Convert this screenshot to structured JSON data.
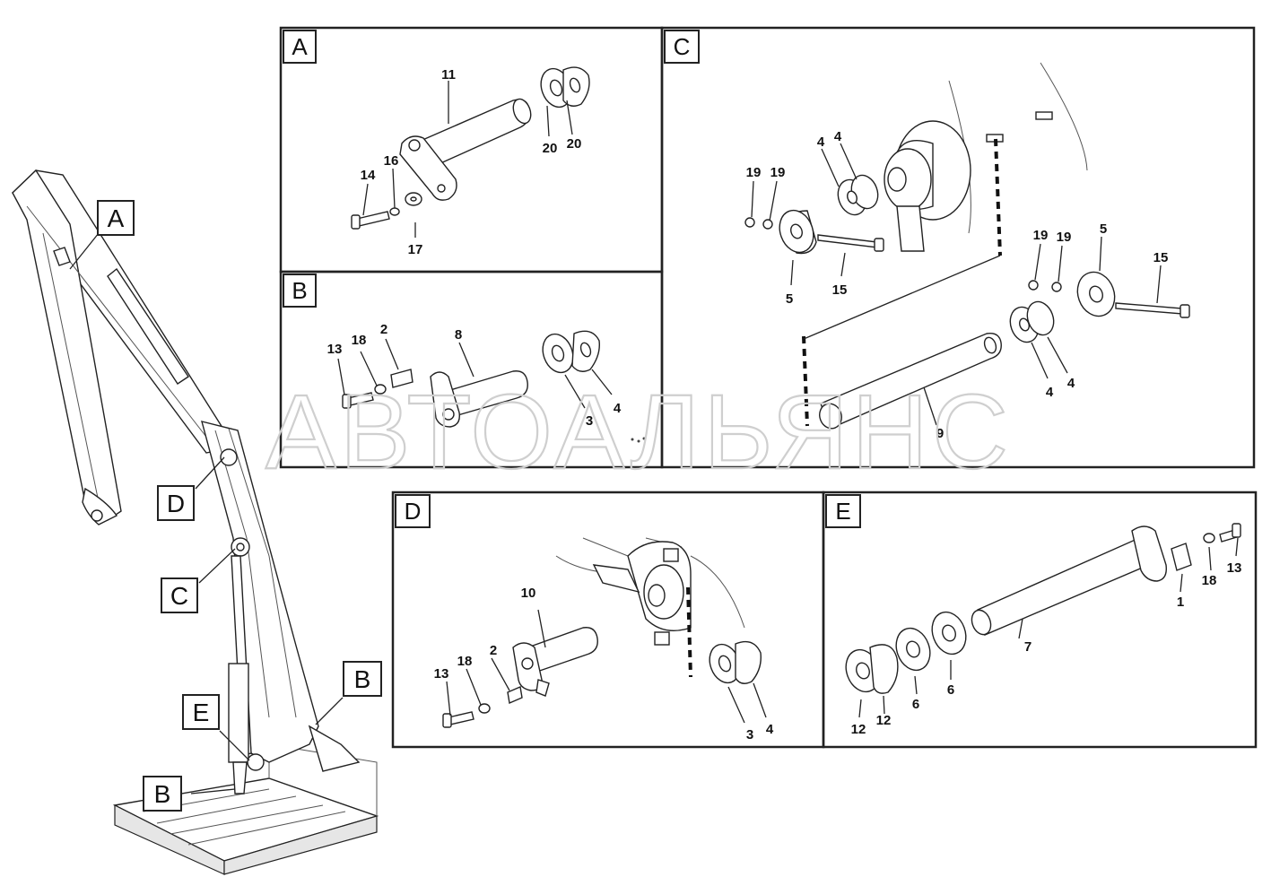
{
  "watermark": "АВТОАЛЬЯНС",
  "overview": {
    "callouts": [
      "A",
      "D",
      "C",
      "B",
      "E",
      "B"
    ]
  },
  "panels": {
    "A": {
      "label": "A",
      "items": [
        "11",
        "20",
        "20",
        "14",
        "16",
        "17"
      ]
    },
    "B": {
      "label": "B",
      "items": [
        "13",
        "18",
        "2",
        "8",
        "3",
        "4"
      ]
    },
    "C": {
      "label": "C",
      "items": [
        "4",
        "4",
        "19",
        "19",
        "5",
        "15",
        "19",
        "19",
        "5",
        "15",
        "4",
        "4",
        "9"
      ]
    },
    "D": {
      "label": "D",
      "items": [
        "10",
        "13",
        "18",
        "2",
        "3",
        "4"
      ]
    },
    "E": {
      "label": "E",
      "items": [
        "13",
        "18",
        "1",
        "7",
        "12",
        "12",
        "6",
        "6"
      ]
    }
  }
}
